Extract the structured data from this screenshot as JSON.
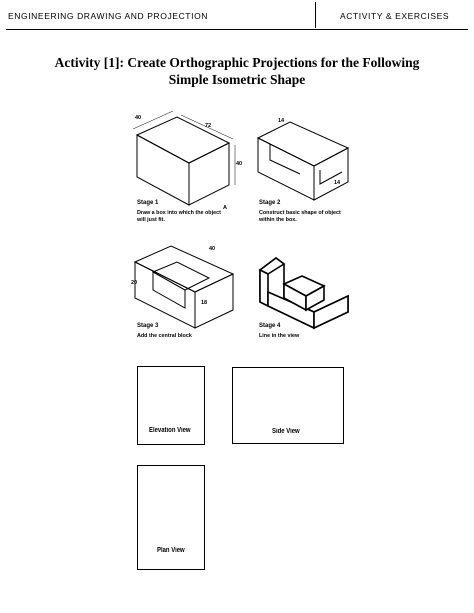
{
  "header": {
    "left": "Engineering Drawing and Projection",
    "right": "Activity & Exercises"
  },
  "title": {
    "line1": "Activity [1]: Create Orthographic Projections for the Following",
    "line2": "Simple Isometric Shape"
  },
  "stages": [
    {
      "label": "Stage 1",
      "desc1": "Draw a box into which the object",
      "desc2": "will just fit."
    },
    {
      "label": "Stage 2",
      "desc1": "Construct basic shape of object",
      "desc2": "within the box."
    },
    {
      "label": "Stage 3",
      "desc1": "Add the central block",
      "desc2": ""
    },
    {
      "label": "Stage 4",
      "desc1": "Line in the view",
      "desc2": ""
    }
  ],
  "dims": {
    "s1_a": "40",
    "s1_b": "72",
    "s1_c": "40",
    "s1_corner": "A",
    "s2_a": "14",
    "s2_b": "14",
    "s3_a": "40",
    "s3_b": "20",
    "s3_c": "18"
  },
  "views": {
    "elevation": "Elevation View",
    "side": "Side View",
    "plan": "Plan View"
  }
}
